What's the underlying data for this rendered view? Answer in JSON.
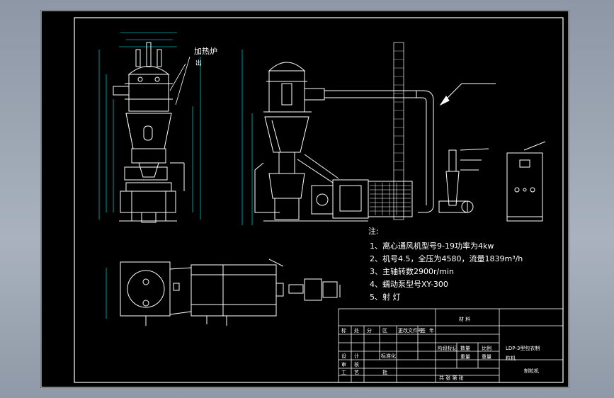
{
  "drawing": {
    "label_fan_pipe": "加热炉",
    "label_fan_pipe_b": "出",
    "notes_title": "注:",
    "notes": [
      "1、离心通风机型号9-19功率为4kw",
      "2、机号4.5，全压为4580，流量1839m³/h",
      "3、主轴转数2900r/min",
      "4、蠕动泵型号XY-300",
      "5、射  灯"
    ]
  },
  "title_block": {
    "material_label": "材      料",
    "product_name_line1": "LDP-3型包衣制",
    "product_name_line2": "粒机",
    "product_name_line3": "制粒机",
    "rows": [
      [
        "标",
        "处",
        "分",
        "区",
        "更改文件号",
        "签",
        "年"
      ],
      [
        "设",
        "计",
        "标准化",
        "",
        "阶段标记",
        "数量",
        "比例"
      ],
      [
        "审",
        "核",
        "",
        "",
        "",
        "重量",
        "重量"
      ],
      [
        "工",
        "艺",
        "",
        "批",
        "共    张    第    张",
        "",
        ""
      ]
    ]
  }
}
